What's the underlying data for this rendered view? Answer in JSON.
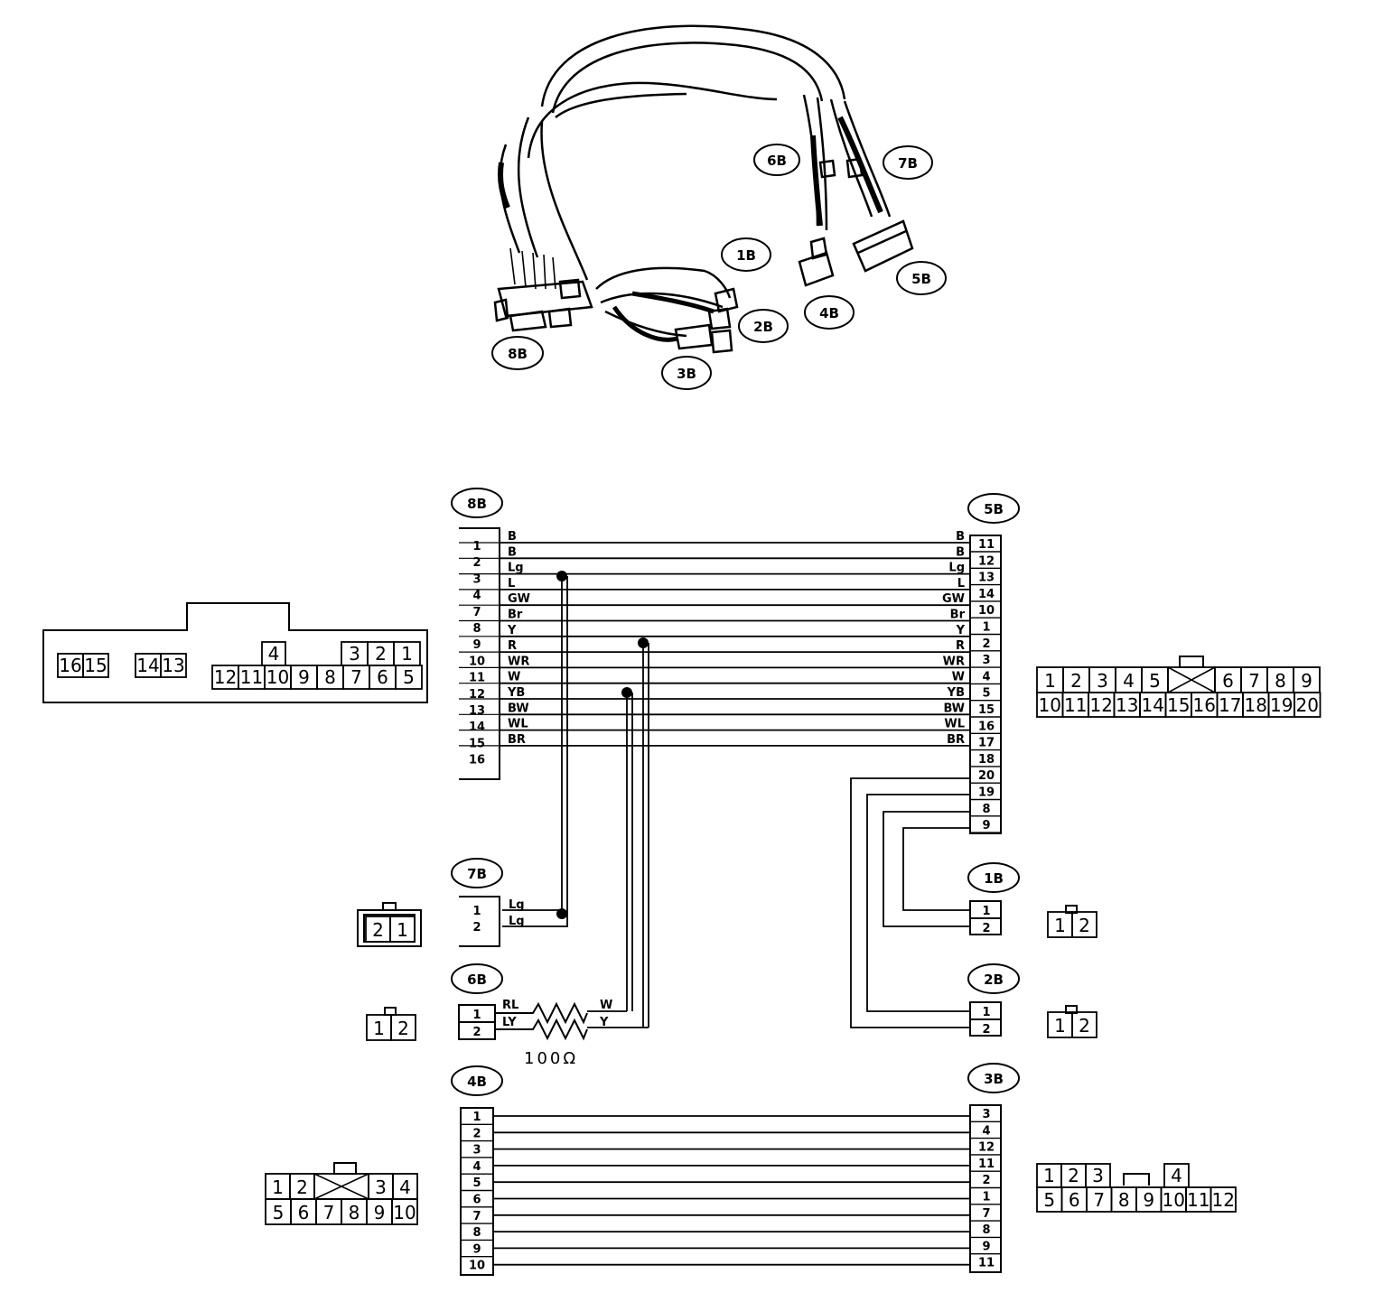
{
  "harness": {
    "callouts": [
      "6B",
      "7B",
      "1B",
      "5B",
      "2B",
      "4B",
      "8B",
      "3B"
    ]
  },
  "connectors": {
    "c8B": {
      "label": "8B",
      "pins": [
        "1",
        "2",
        "3",
        "4",
        "7",
        "8",
        "9",
        "10",
        "11",
        "12",
        "13",
        "14",
        "15",
        "16"
      ]
    },
    "c5B": {
      "label": "5B",
      "pins": [
        "11",
        "12",
        "13",
        "14",
        "10",
        "1",
        "2",
        "3",
        "4",
        "5",
        "15",
        "16",
        "17",
        "18",
        "20",
        "19",
        "8",
        "9"
      ]
    },
    "c7B": {
      "label": "7B",
      "pins": [
        "1",
        "2"
      ]
    },
    "c6B": {
      "label": "6B",
      "pins": [
        "1",
        "2"
      ]
    },
    "c1B": {
      "label": "1B",
      "pins": [
        "1",
        "2"
      ]
    },
    "c2B": {
      "label": "2B",
      "pins": [
        "1",
        "2"
      ]
    },
    "c4B": {
      "label": "4B",
      "pins": [
        "1",
        "2",
        "3",
        "4",
        "5",
        "6",
        "7",
        "8",
        "9",
        "10"
      ]
    },
    "c3B": {
      "label": "3B",
      "pins": [
        "3",
        "4",
        "12",
        "11",
        "2",
        "1",
        "7",
        "8",
        "9",
        "11"
      ]
    }
  },
  "wires_main": {
    "left_colors": [
      "B",
      "B",
      "Lg",
      "L",
      "GW",
      "Br",
      "Y",
      "R",
      "WR",
      "W",
      "YB",
      "BW",
      "WL",
      "BR"
    ],
    "right_colors": [
      "B",
      "B",
      "Lg",
      "L",
      "GW",
      "Br",
      "Y",
      "R",
      "WR",
      "W",
      "YB",
      "BW",
      "WL",
      "BR"
    ]
  },
  "wires_7B": [
    "Lg",
    "Lg"
  ],
  "wires_6B_left": [
    "RL",
    "LY"
  ],
  "wires_6B_right": [
    "W",
    "Y"
  ],
  "resistor": "100Ω",
  "faces": {
    "f8B": {
      "row1": [
        "16",
        "15",
        "14",
        "13",
        "4",
        "3",
        "2",
        "1"
      ],
      "row2": [
        "12",
        "11",
        "10",
        "9",
        "8",
        "7",
        "6",
        "5"
      ]
    },
    "f5B": {
      "row1": [
        "1",
        "2",
        "3",
        "4",
        "5",
        "6",
        "7",
        "8",
        "9"
      ],
      "row2": [
        "10",
        "11",
        "12",
        "13",
        "14",
        "15",
        "16",
        "17",
        "18",
        "19",
        "20"
      ]
    },
    "f7B": [
      "2",
      "1"
    ],
    "f6B": [
      "1",
      "2"
    ],
    "f1B": [
      "1",
      "2"
    ],
    "f2B": [
      "1",
      "2"
    ],
    "f4B": {
      "row1": [
        "1",
        "2",
        "3",
        "4"
      ],
      "row2": [
        "5",
        "6",
        "7",
        "8",
        "9",
        "10"
      ]
    },
    "f3B": {
      "row1": [
        "1",
        "2",
        "3",
        "4"
      ],
      "row2": [
        "5",
        "6",
        "7",
        "8",
        "9",
        "10",
        "11",
        "12"
      ]
    }
  }
}
